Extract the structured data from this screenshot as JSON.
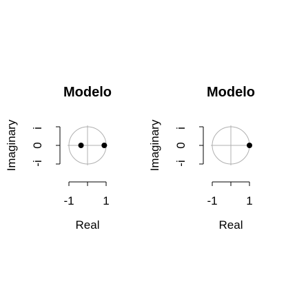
{
  "chart_data": [
    {
      "type": "scatter",
      "title": "Modelo",
      "xlabel": "Real",
      "ylabel": "Imaginary",
      "xlim": [
        -1,
        1
      ],
      "ylim": [
        -1,
        1
      ],
      "x_ticks": [
        "-1",
        "1"
      ],
      "y_ticks": [
        "-i",
        "0",
        "i"
      ],
      "unit_circle": true,
      "points": [
        {
          "x": -0.35,
          "y": 0
        },
        {
          "x": 0.9,
          "y": 0
        }
      ]
    },
    {
      "type": "scatter",
      "title": "Modelo",
      "xlabel": "Real",
      "ylabel": "Imaginary",
      "xlim": [
        -1,
        1
      ],
      "ylim": [
        -1,
        1
      ],
      "x_ticks": [
        "-1",
        "1"
      ],
      "y_ticks": [
        "-i",
        "0",
        "i"
      ],
      "unit_circle": true,
      "points": [
        {
          "x": 1.0,
          "y": 0
        }
      ]
    }
  ]
}
